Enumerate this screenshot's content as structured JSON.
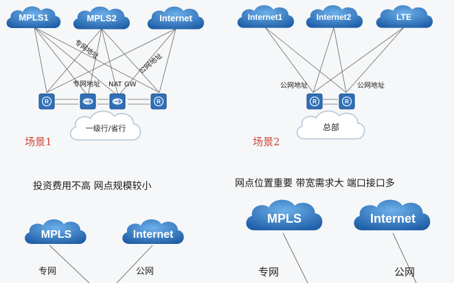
{
  "colors": {
    "cloud_dark": "#1f5fa8",
    "cloud_light": "#5fa3e0",
    "router": "#2f6fb8",
    "scene_label": "#d0443c",
    "line": "#555555"
  },
  "scene1": {
    "clouds": [
      "MPLS1",
      "MPLS2",
      "Internet"
    ],
    "private_addr_top": "专网地址",
    "private_addr_mid": "专网地址",
    "nat_gw": "NAT GW",
    "public_addr": "公网地址",
    "site_cloud": "一级行/省行",
    "scene_label": "场景1"
  },
  "scene2": {
    "clouds": [
      "Internet1",
      "Internet2",
      "LTE"
    ],
    "public_addr_left": "公网地址",
    "public_addr_right": "公网地址",
    "site_cloud": "总部",
    "scene_label": "场景2"
  },
  "bottom_left": {
    "caption": "投资费用不高  网点规模较小",
    "clouds": [
      "MPLS",
      "Internet"
    ],
    "links": [
      "专网",
      "公网"
    ]
  },
  "bottom_right": {
    "caption": "网点位置重要 带宽需求大 端口接口多",
    "clouds": [
      "MPLS",
      "Internet"
    ],
    "links": [
      "专网",
      "公网"
    ]
  }
}
